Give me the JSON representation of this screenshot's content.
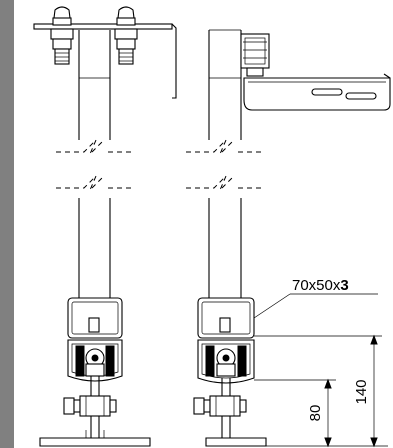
{
  "profile_label": {
    "text": "70x50x",
    "bold": "3"
  },
  "dimensions": [
    {
      "id": "upper",
      "value": "140"
    },
    {
      "id": "lower",
      "value": "80"
    }
  ],
  "colors": {
    "side_strip": "#808080",
    "line": "#000000",
    "background": "#ffffff"
  }
}
